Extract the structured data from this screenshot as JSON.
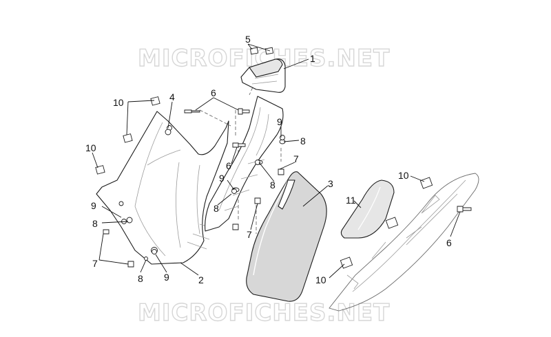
{
  "watermark": {
    "top": "MICROFICHES.NET",
    "bottom": "MICROFICHES.NET"
  },
  "callouts": [
    {
      "id": "c1",
      "label": "1"
    },
    {
      "id": "c5",
      "label": "5"
    },
    {
      "id": "c4",
      "label": "4"
    },
    {
      "id": "c6a",
      "label": "6"
    },
    {
      "id": "c10a",
      "label": "10"
    },
    {
      "id": "c10b",
      "label": "10"
    },
    {
      "id": "c9a",
      "label": "9"
    },
    {
      "id": "c8a",
      "label": "8"
    },
    {
      "id": "c6b",
      "label": "6"
    },
    {
      "id": "c7a",
      "label": "7"
    },
    {
      "id": "c9b",
      "label": "9"
    },
    {
      "id": "c8b",
      "label": "8"
    },
    {
      "id": "c8c",
      "label": "8"
    },
    {
      "id": "c3",
      "label": "3"
    },
    {
      "id": "c10c",
      "label": "10"
    },
    {
      "id": "c11",
      "label": "11"
    },
    {
      "id": "c6c",
      "label": "6"
    },
    {
      "id": "c7b",
      "label": "7"
    },
    {
      "id": "c9c",
      "label": "9"
    },
    {
      "id": "c8d",
      "label": "8"
    },
    {
      "id": "c7c",
      "label": "7"
    },
    {
      "id": "c8e",
      "label": "8"
    },
    {
      "id": "c9d",
      "label": "9"
    },
    {
      "id": "c2",
      "label": "2"
    },
    {
      "id": "c10d",
      "label": "10"
    }
  ]
}
